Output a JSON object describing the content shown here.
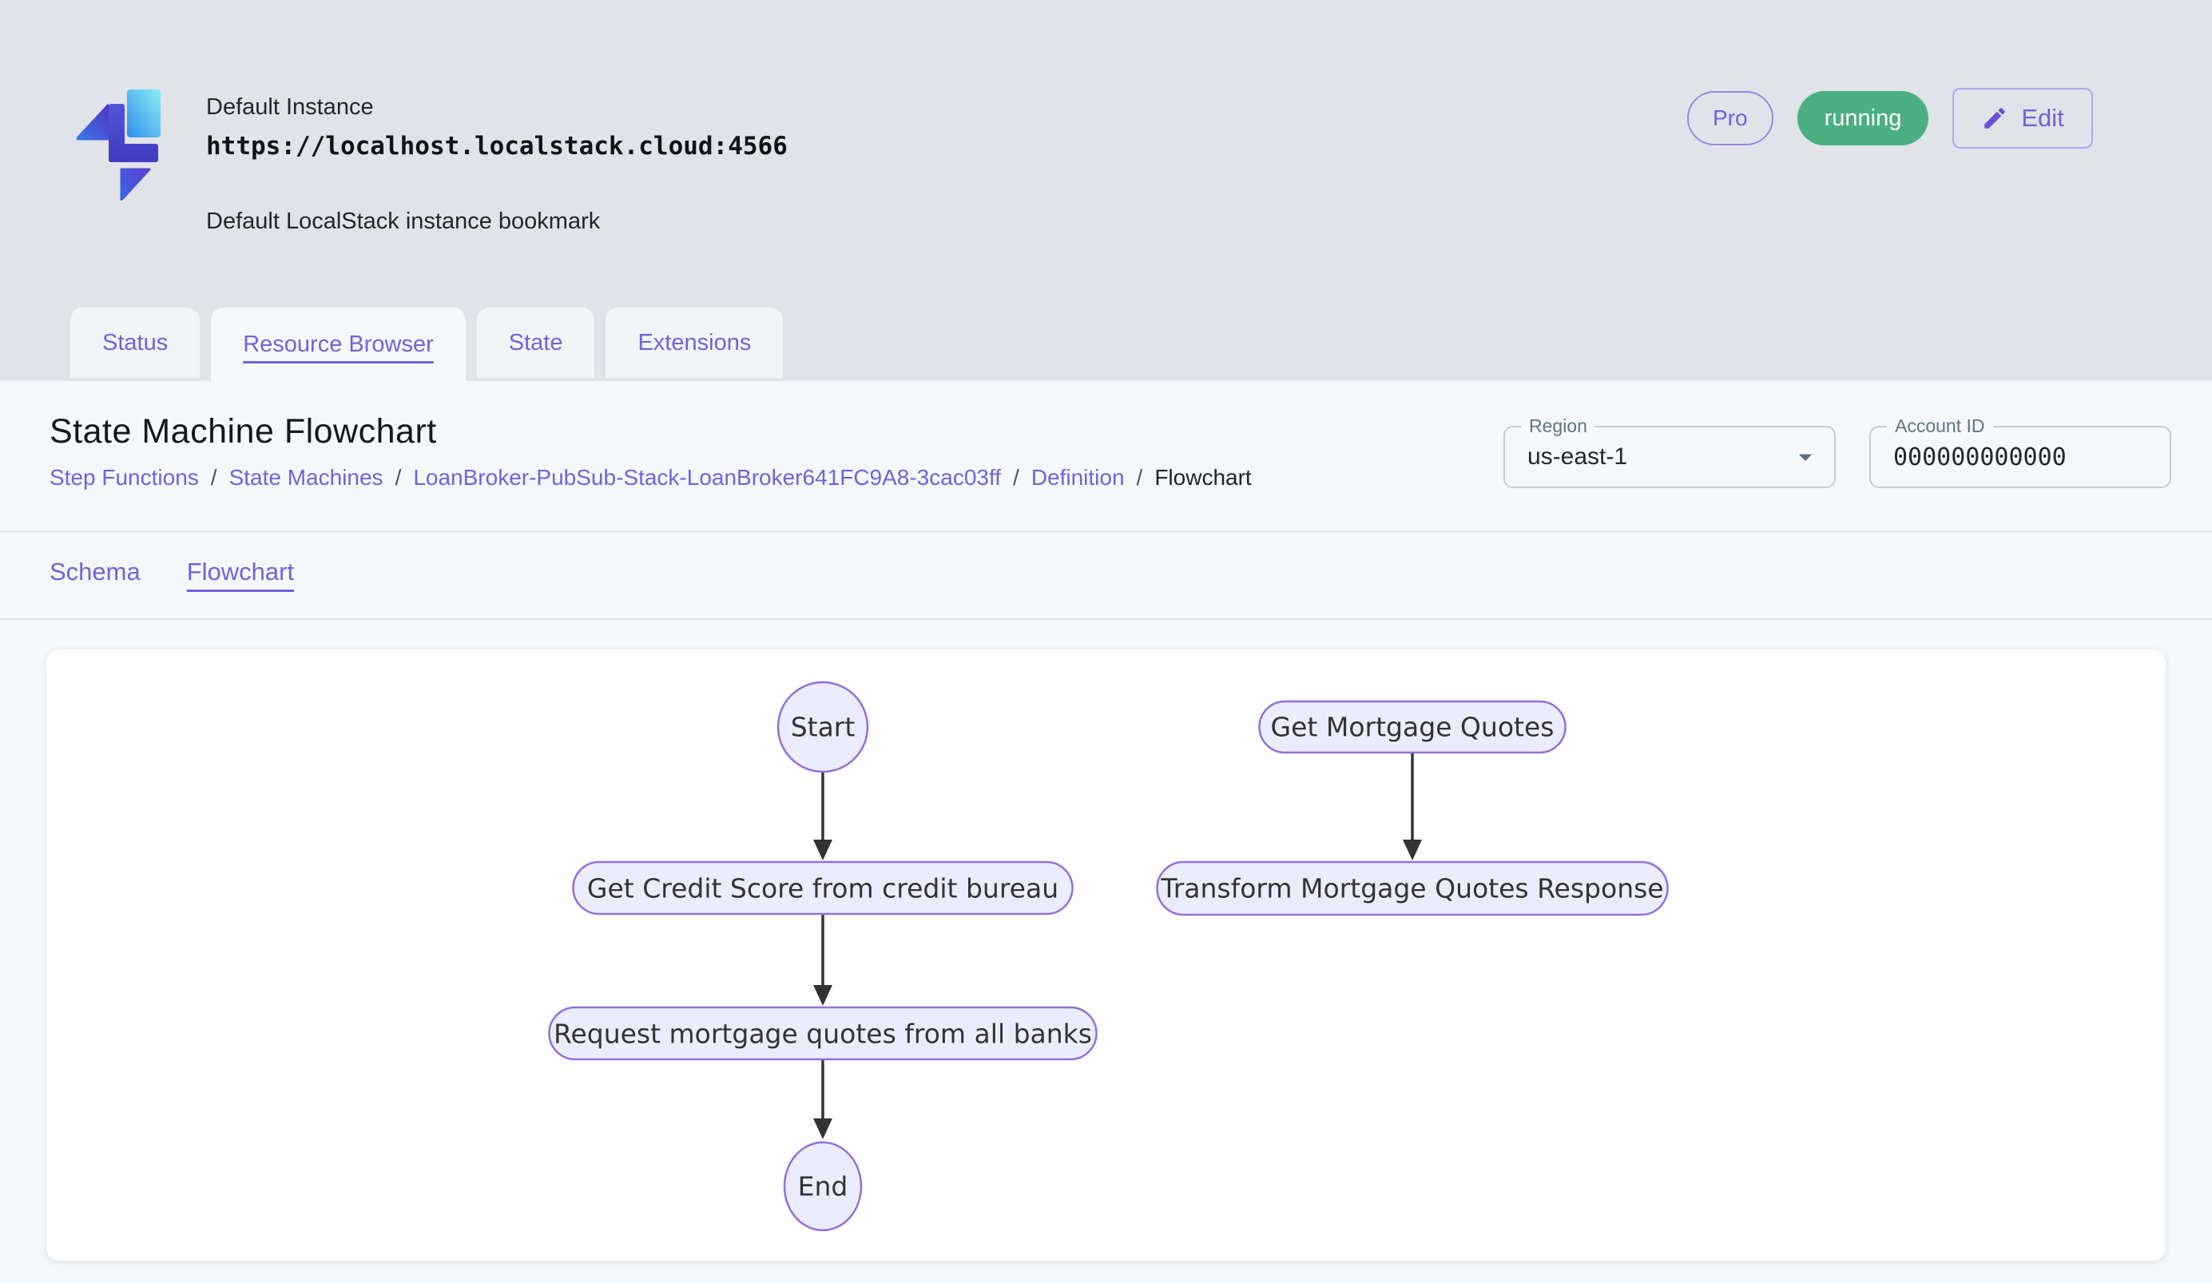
{
  "header": {
    "instance_name": "Default Instance",
    "instance_url": "https://localhost.localstack.cloud:4566",
    "instance_description": "Default LocalStack instance bookmark",
    "pro_badge": "Pro",
    "status_badge": "running",
    "edit_label": "Edit"
  },
  "tabs": [
    {
      "label": "Status",
      "active": false
    },
    {
      "label": "Resource Browser",
      "active": true
    },
    {
      "label": "State",
      "active": false
    },
    {
      "label": "Extensions",
      "active": false
    }
  ],
  "page": {
    "title": "State Machine Flowchart",
    "breadcrumb_separator": "/",
    "breadcrumb": [
      {
        "label": "Step Functions"
      },
      {
        "label": "State Machines"
      },
      {
        "label": "LoanBroker-PubSub-Stack-LoanBroker641FC9A8-3cac03ff"
      },
      {
        "label": "Definition"
      },
      {
        "label": "Flowchart"
      }
    ],
    "region": {
      "label": "Region",
      "value": "us-east-1"
    },
    "account": {
      "label": "Account ID",
      "value": "000000000000"
    },
    "subtabs": [
      {
        "label": "Schema",
        "active": false
      },
      {
        "label": "Flowchart",
        "active": true
      }
    ]
  },
  "flowchart": {
    "nodes": [
      {
        "id": "start",
        "label": "Start",
        "shape": "circle"
      },
      {
        "id": "credit",
        "label": "Get Credit Score from credit bureau",
        "shape": "stadium"
      },
      {
        "id": "request",
        "label": "Request mortgage quotes from all banks",
        "shape": "stadium"
      },
      {
        "id": "end",
        "label": "End",
        "shape": "ellipse"
      },
      {
        "id": "quotes",
        "label": "Get Mortgage Quotes",
        "shape": "stadium"
      },
      {
        "id": "transform",
        "label": "Transform Mortgage Quotes Response",
        "shape": "stadium"
      }
    ],
    "edges": [
      {
        "from": "start",
        "to": "credit"
      },
      {
        "from": "credit",
        "to": "request"
      },
      {
        "from": "request",
        "to": "end"
      },
      {
        "from": "quotes",
        "to": "transform"
      }
    ]
  },
  "colors": {
    "accent_purple": "#7660dd",
    "status_green": "#4caf81",
    "node_fill": "#ECECFF",
    "node_stroke": "#9370DB",
    "edge_color": "#333333",
    "header_bg": "#e0e3e8",
    "content_bg": "#f5f8fa"
  }
}
